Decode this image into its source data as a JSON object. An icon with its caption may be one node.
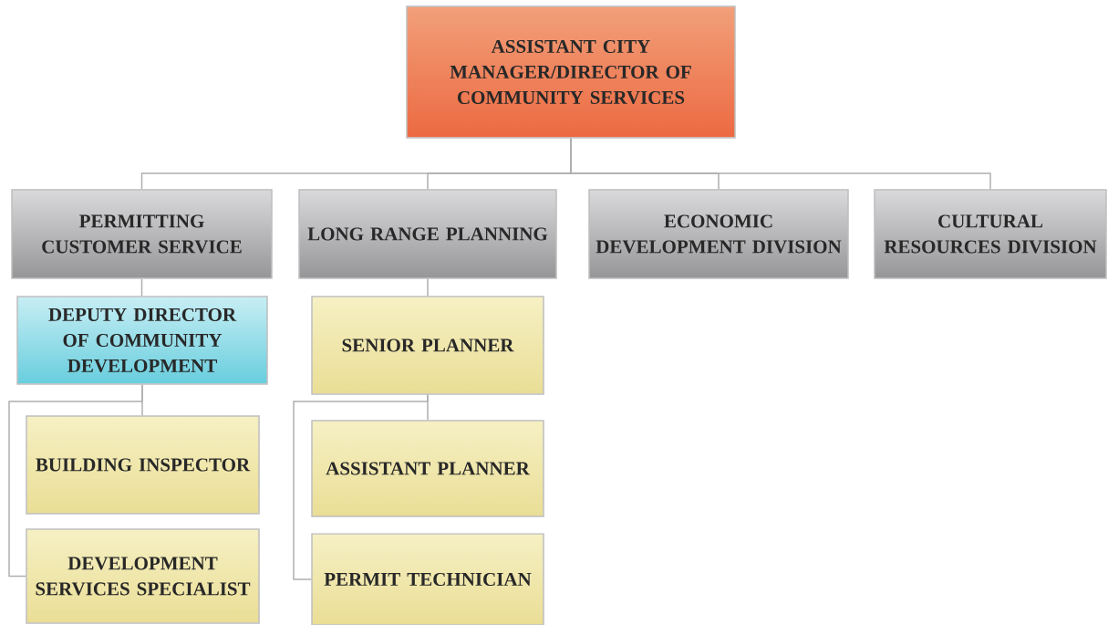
{
  "diagram": {
    "nodes": [
      {
        "text": [
          "ASSISTANT CITY MANAGER/DIRECTOR OF COMMUNITY SERVICES"
        ]
      },
      {
        "text": [
          "PERMITTING CUSTOMER SERVICE"
        ]
      },
      {
        "text": [
          "LONG RANGE PLANNING"
        ]
      },
      {
        "text": [
          "ECONOMIC DEVELOPMENT DIVISION"
        ]
      },
      {
        "text": [
          "CULTURAL RESOURCES DIVISION"
        ]
      },
      {
        "text": [
          "DEPUTY DIRECTOR OF COMMUNITY DEVELOPMENT"
        ]
      },
      {
        "text": [
          "BUILDING INSPECTOR"
        ]
      },
      {
        "text": [
          "DEVELOPMENT SERVICES SPECIALIST"
        ]
      },
      {
        "text": [
          "SENIOR PLANNER"
        ]
      },
      {
        "text": [
          "ASSISTANT PLANNER"
        ]
      },
      {
        "text": [
          "PERMIT TECHNICIAN"
        ]
      }
    ],
    "edges": [
      {
        "from": 0,
        "to": 1,
        "arrow": "none"
      },
      {
        "from": 0,
        "to": 2,
        "arrow": "none"
      },
      {
        "from": 0,
        "to": 3,
        "arrow": "none"
      },
      {
        "from": 0,
        "to": 4,
        "arrow": "none"
      },
      {
        "from": 1,
        "to": 5,
        "arrow": "none"
      },
      {
        "from": 5,
        "to": 6,
        "arrow": "none"
      },
      {
        "from": 5,
        "to": 7,
        "arrow": "none"
      },
      {
        "from": 2,
        "to": 8,
        "arrow": "none"
      },
      {
        "from": 8,
        "to": 9,
        "arrow": "none"
      },
      {
        "from": 8,
        "to": 10,
        "arrow": "none"
      }
    ]
  }
}
